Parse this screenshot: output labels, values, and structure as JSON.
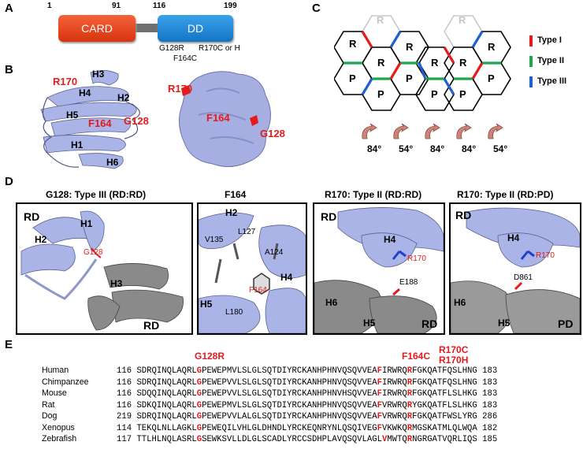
{
  "panels": {
    "a": "A",
    "b": "B",
    "c": "C",
    "d": "D",
    "e": "E"
  },
  "panel_a": {
    "pos_start": "1",
    "pos_card_end": "91",
    "pos_dd_start": "116",
    "pos_end": "199",
    "card_label": "CARD",
    "dd_label": "DD",
    "mutations": [
      "G128R",
      "F164C",
      "R170C or H"
    ],
    "card_color": "#e8401c",
    "dd_color": "#1b86d6",
    "linker_color": "#707070"
  },
  "panel_b": {
    "helices": [
      "H1",
      "H2",
      "H3",
      "H4",
      "H5",
      "H6"
    ],
    "residues": [
      "R170",
      "F164",
      "G128"
    ],
    "ribbon_color": "#aab4e6"
  },
  "panel_c": {
    "cells": [
      "R",
      "R",
      "R",
      "R",
      "R",
      "R",
      "R",
      "P",
      "P",
      "P",
      "P",
      "P"
    ],
    "legend": [
      {
        "label": "Type I",
        "color": "#e31b1b"
      },
      {
        "label": "Type II",
        "color": "#1fa64a"
      },
      {
        "label": "Type III",
        "color": "#1f5fd1"
      }
    ],
    "angles": [
      "84°",
      "54°",
      "84°",
      "84°",
      "54°"
    ]
  },
  "panel_d": {
    "titles": [
      "G128: Type III (RD:RD)",
      "F164",
      "R170: Type II (RD:RD)",
      "R170: Type II (RD:PD)"
    ],
    "box1": {
      "rd_top": "RD",
      "h1": "H1",
      "h2": "H2",
      "h3": "H3",
      "res": "G128",
      "rd_bottom": "RD"
    },
    "box2": {
      "h2": "H2",
      "l127": "L127",
      "v135": "V135",
      "a124": "A124",
      "h4": "H4",
      "res": "F164",
      "h5": "H5",
      "l180": "L180"
    },
    "box3": {
      "rd_top": "RD",
      "h4": "H4",
      "res": "R170",
      "e188": "E188",
      "h6": "H6",
      "h5": "H5",
      "rd_bottom": "RD"
    },
    "box4": {
      "rd_top": "RD",
      "h4": "H4",
      "res": "R170",
      "d861": "D861",
      "h6": "H6",
      "h5": "H5",
      "pd": "PD"
    }
  },
  "panel_e": {
    "mut_g128r": "G128R",
    "mut_f164c": "F164C",
    "mut_r170c": "R170C",
    "mut_r170h": "R170H",
    "rows": [
      {
        "species": "Human",
        "start": "116",
        "pre": "SDRQINQLAQRL",
        "g": "G",
        "mid": "PEWEPMVLSLGLSQTDIYRCKANHPHNVQSQVVEA",
        "f": "F",
        "mid2": "IRWRQ",
        "r": "R",
        "post": "FGKQATFQSLHNG",
        "end": "183"
      },
      {
        "species": "Chimpanzee",
        "start": "116",
        "pre": "SDRQINQLAQRL",
        "g": "G",
        "mid": "PEWEPVVLSLGLSQTDIYRCKANHPHNVQSQVVEA",
        "f": "F",
        "mid2": "IRWRQ",
        "r": "R",
        "post": "FGKQATFQSLHNG",
        "end": "183"
      },
      {
        "species": "Mouse",
        "start": "116",
        "pre": "SDQQINQLAQRL",
        "g": "G",
        "mid": "PEWEPVVLSLGLSQTDIYRCKANHPHNVHSQVVEA",
        "f": "F",
        "mid2": "IRWRQ",
        "r": "R",
        "post": "FGKQATFLSLHKG",
        "end": "183"
      },
      {
        "species": "Rat",
        "start": "116",
        "pre": "SDKQINQLAQRL",
        "g": "G",
        "mid": "PEWEPMVLSLGLSQTDIYRCKANHPHNVQSQVVEA",
        "f": "F",
        "mid2": "VRWRQ",
        "r": "R",
        "post": "YGKQATFLSLHKG",
        "end": "183"
      },
      {
        "species": "Dog",
        "start": "219",
        "pre": "SDRQINQLAQRL",
        "g": "G",
        "mid": "PEWEPVVLALGLSQTDIYRCKANHPHNVQSQVVEA",
        "f": "F",
        "mid2": "VRWRQ",
        "r": "R",
        "post": "FGKQATFWSLYRG",
        "end": "286"
      },
      {
        "species": "Xenopus",
        "start": "114",
        "pre": "TEKQLNLLAGKL",
        "g": "G",
        "mid": "PEWEQILVHLGLDHNDLYRCKEQNRYNLQSQIVEG",
        "f": "F",
        "mid2": "VKWKQ",
        "r": "R",
        "post": "MGSKATMLQLWQA",
        "end": "182"
      },
      {
        "species": "Zebrafish",
        "start": "117",
        "pre": "TTLHLNQLASRL",
        "g": "G",
        "mid": "SEWKSVLLDLGLSCADLYRCCSDHPLAVQSQVLAGL",
        "f": "V",
        "mid2": "MWTQ",
        "r": "R",
        "post": "NGRGATVQRLIQS",
        "end": "185"
      }
    ]
  }
}
